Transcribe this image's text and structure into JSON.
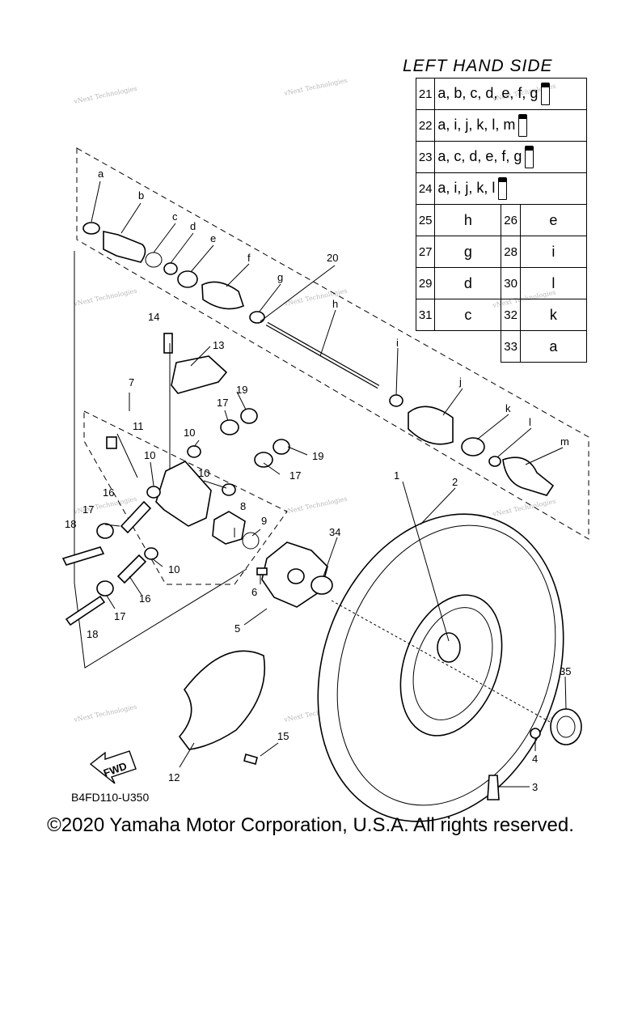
{
  "header": {
    "title": "LEFT HAND SIDE"
  },
  "legend": {
    "kits": [
      {
        "num": "21",
        "parts": "a, b, c, d, e, f, g"
      },
      {
        "num": "22",
        "parts": "a, i, j, k, l, m"
      },
      {
        "num": "23",
        "parts": "a, c, d, e, f, g"
      },
      {
        "num": "24",
        "parts": "a, i, j, k, l"
      }
    ],
    "singles": [
      {
        "left_num": "25",
        "left_part": "h",
        "right_num": "26",
        "right_part": "e"
      },
      {
        "left_num": "27",
        "left_part": "g",
        "right_num": "28",
        "right_part": "i"
      },
      {
        "left_num": "29",
        "left_part": "d",
        "right_num": "30",
        "right_part": "l"
      },
      {
        "left_num": "31",
        "left_part": "c",
        "right_num": "32",
        "right_part": "k"
      },
      {
        "left_num": "",
        "left_part": "",
        "right_num": "33",
        "right_part": "a"
      }
    ],
    "grease_icon": "grease-tube-icon"
  },
  "callouts": {
    "letters": [
      "a",
      "b",
      "c",
      "d",
      "e",
      "f",
      "g",
      "h",
      "i",
      "j",
      "k",
      "l",
      "m"
    ],
    "numbers": [
      "1",
      "2",
      "3",
      "4",
      "5",
      "6",
      "7",
      "8",
      "9",
      "10",
      "10",
      "10",
      "10",
      "11",
      "12",
      "13",
      "14",
      "15",
      "16",
      "16",
      "17",
      "17",
      "17",
      "17",
      "18",
      "18",
      "19",
      "19",
      "20",
      "34",
      "35"
    ]
  },
  "fwd": {
    "label": "FWD",
    "icon": "fwd-arrow-icon"
  },
  "diagram_code": "B4FD110-U350",
  "watermark": "vNext Technologies",
  "footer": {
    "copyright": "©2020 Yamaha Motor Corporation, U.S.A. All rights reserved."
  }
}
